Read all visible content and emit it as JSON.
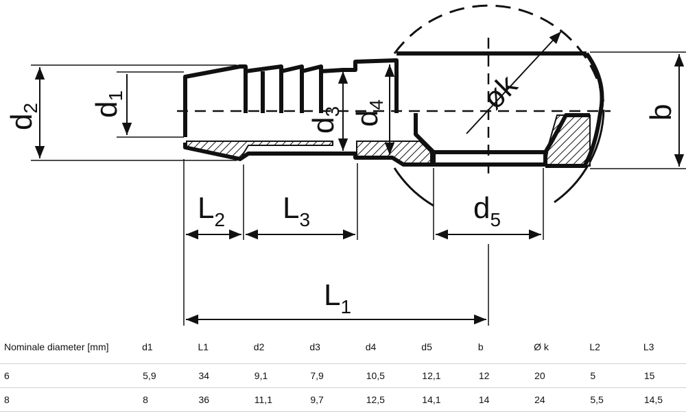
{
  "drawing": {
    "labels": {
      "d1": {
        "main": "d",
        "sub": "1"
      },
      "d2": {
        "main": "d",
        "sub": "2"
      },
      "d3": {
        "main": "d",
        "sub": "3"
      },
      "d4": {
        "main": "d",
        "sub": "4"
      },
      "d5": {
        "main": "d",
        "sub": "5"
      },
      "L1": {
        "main": "L",
        "sub": "1"
      },
      "L2": {
        "main": "L",
        "sub": "2"
      },
      "L3": {
        "main": "L",
        "sub": "3"
      },
      "k": "øk",
      "b": "b"
    }
  },
  "table": {
    "headers": [
      "Nominale diameter [mm]",
      "d1",
      "L1",
      "d2",
      "d3",
      "d4",
      "d5",
      "b",
      "Ø k",
      "L2",
      "L3"
    ],
    "rows": [
      [
        "6",
        "5,9",
        "34",
        "9,1",
        "7,9",
        "10,5",
        "12,1",
        "12",
        "20",
        "5",
        "15"
      ],
      [
        "8",
        "8",
        "36",
        "11,1",
        "9,7",
        "12,5",
        "14,1",
        "14",
        "24",
        "5,5",
        "14,5"
      ]
    ]
  }
}
